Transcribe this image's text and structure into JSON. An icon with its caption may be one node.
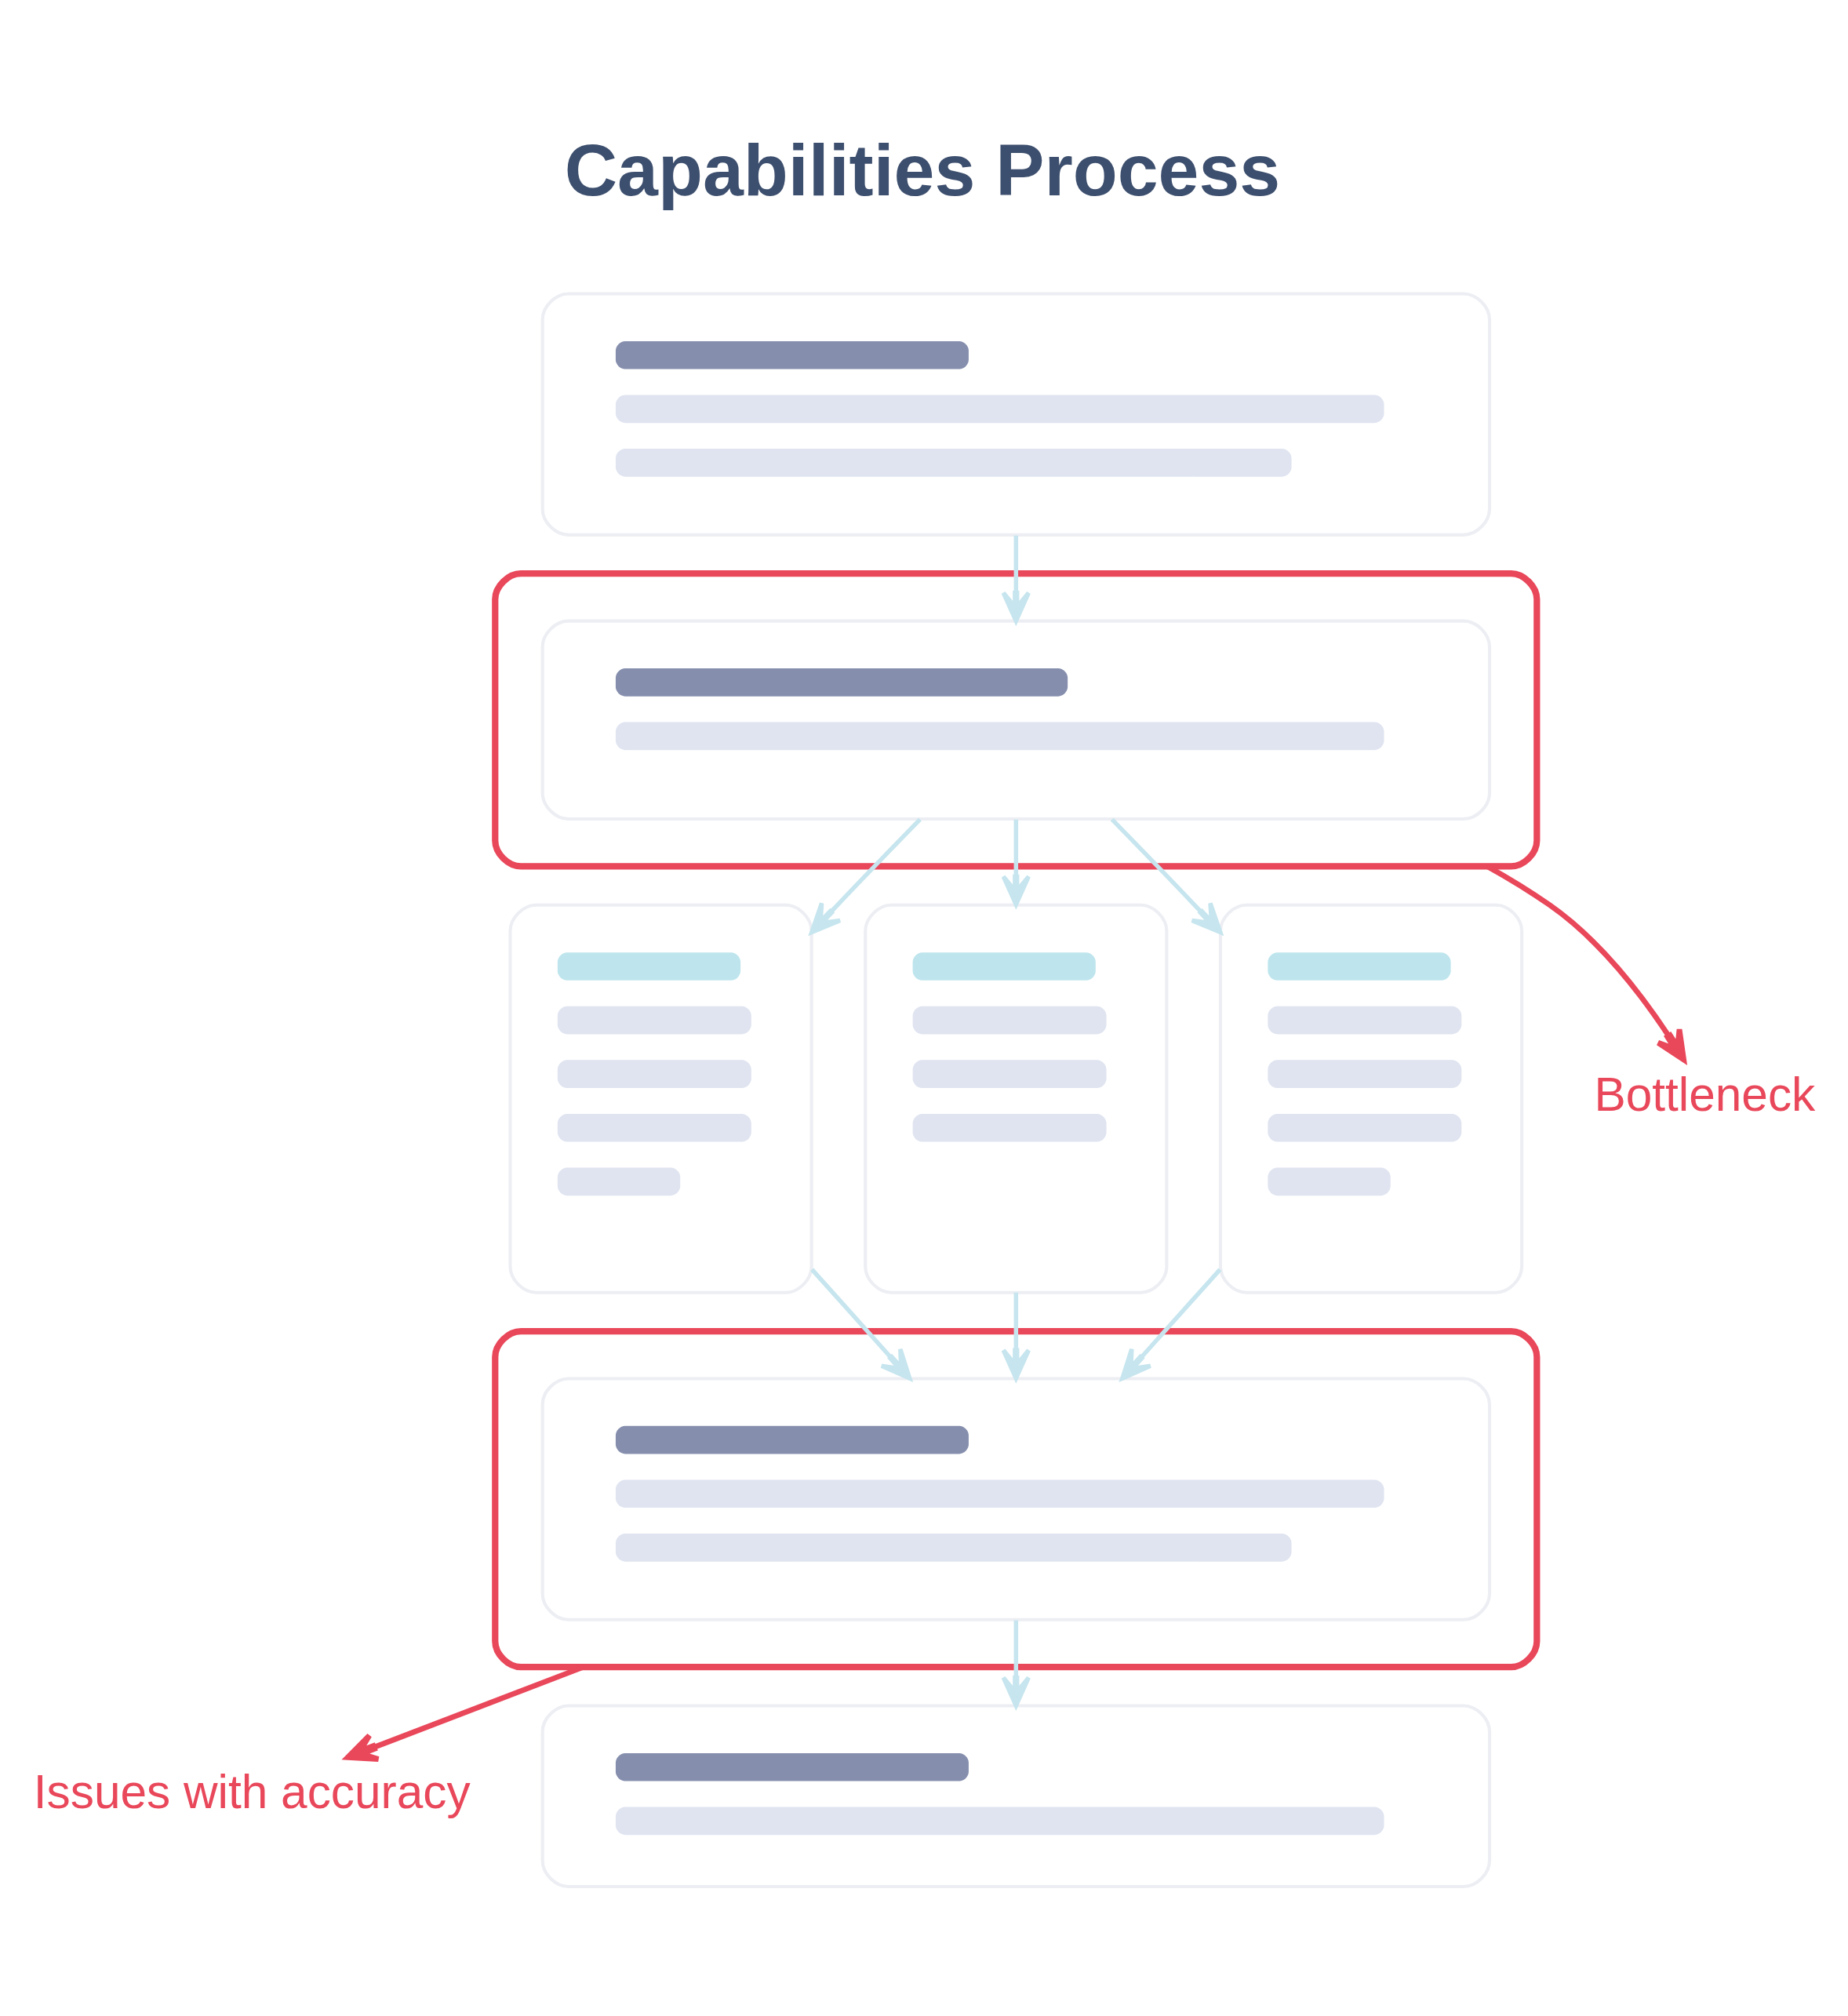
{
  "diagram": {
    "title": "Capabilities Process",
    "nodes": [
      {
        "text": [],
        "shape": "box"
      },
      {
        "text": [],
        "shape": "ellipse"
      },
      {
        "text": [],
        "shape": "box",
        "in": 1
      },
      {
        "text": [
          "Bottleneck"
        ]
      },
      {
        "text": [],
        "shape": "box"
      },
      {
        "text": [],
        "shape": "box"
      },
      {
        "text": [],
        "shape": "box"
      },
      {
        "text": [],
        "shape": "ellipse"
      },
      {
        "text": [],
        "shape": "box",
        "in": 7
      },
      {
        "text": [
          "Issues with accuracy"
        ]
      },
      {
        "text": [],
        "shape": "box"
      }
    ],
    "edges": [
      {
        "from": 0,
        "to": 2,
        "arrow": "to"
      },
      {
        "from": 2,
        "to": 4,
        "arrow": "to"
      },
      {
        "from": 2,
        "to": 5,
        "arrow": "to"
      },
      {
        "from": 2,
        "to": 6,
        "arrow": "to"
      },
      {
        "from": 1,
        "to": 3,
        "arrow": "to",
        "color": "#e9475a"
      },
      {
        "from": 4,
        "to": 8,
        "arrow": "to"
      },
      {
        "from": 5,
        "to": 8,
        "arrow": "to"
      },
      {
        "from": 6,
        "to": 8,
        "arrow": "to"
      },
      {
        "from": 7,
        "to": 9,
        "arrow": "to",
        "color": "#e9475a"
      },
      {
        "from": 8,
        "to": 10,
        "arrow": "to"
      }
    ]
  }
}
